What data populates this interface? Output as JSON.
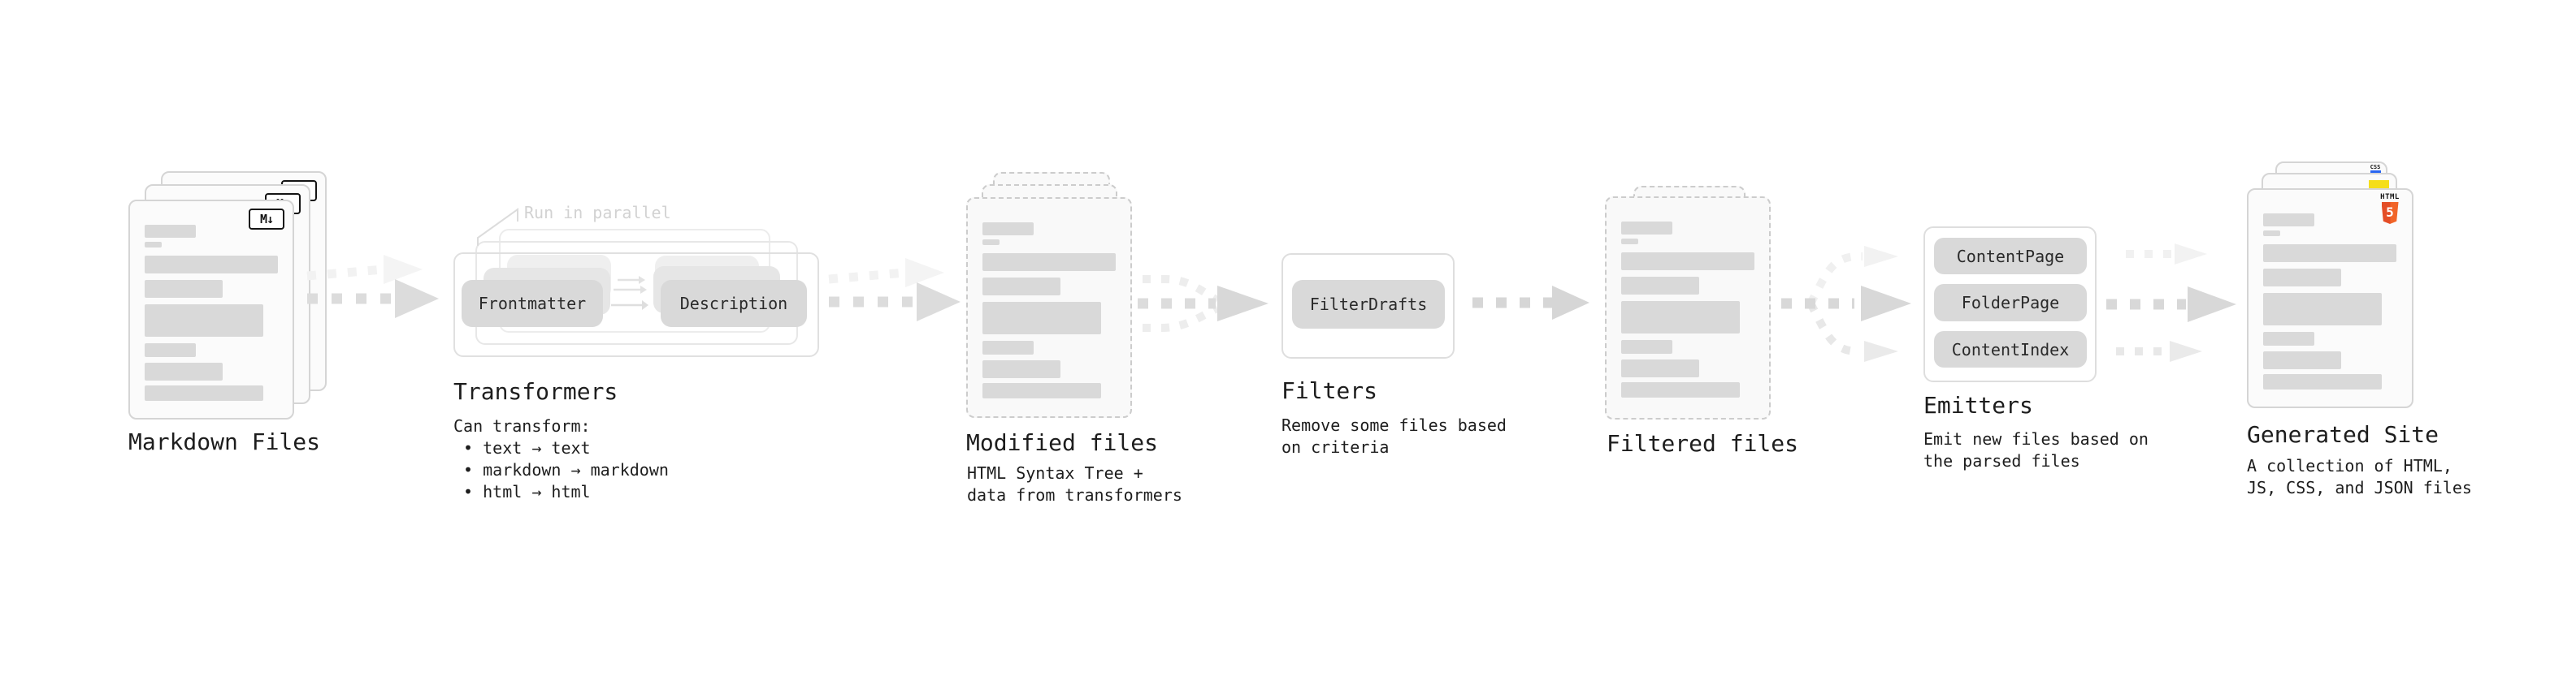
{
  "stages": {
    "markdown_files": {
      "label": "Markdown Files",
      "badge": "M↓"
    },
    "transformers": {
      "label": "Transformers",
      "note": "Run in parallel",
      "buttons": [
        "Frontmatter",
        "Description"
      ],
      "sub": "Can transform:\n • text → text\n • markdown → markdown\n • html → html"
    },
    "modified_files": {
      "label": "Modified files",
      "sub": "HTML Syntax Tree +\ndata from transformers"
    },
    "filters": {
      "label": "Filters",
      "buttons": [
        "FilterDrafts"
      ],
      "sub": "Remove some files based\non criteria"
    },
    "filtered_files": {
      "label": "Filtered files"
    },
    "emitters": {
      "label": "Emitters",
      "buttons": [
        "ContentPage",
        "FolderPage",
        "ContentIndex"
      ],
      "sub": "Emit new files based on\nthe parsed files"
    },
    "generated_site": {
      "label": "Generated Site",
      "sub": "A collection of HTML,\nJS, CSS, and JSON files",
      "badges": {
        "html_label": "HTML",
        "html_number": "5",
        "css_label": "CSS"
      }
    }
  },
  "colors": {
    "background": "#ffffff",
    "bar_gray": "#d9d9d9",
    "button_gray": "#d9d9d9",
    "card_border": "#d5d5d5",
    "dashed_border": "#cccccc",
    "arrow_gray": "#dcdcdc",
    "arrow_ghost": "#f2f2f2",
    "note_gray": "#d2d2d2",
    "md_badge_ink": "#141414",
    "html5_orange": "#e44d26",
    "js_yellow": "#f5de19",
    "css_blue": "#2965f1"
  },
  "file_card_bars": [
    {
      "w": 63,
      "h": 16,
      "gap": 0
    },
    {
      "w": 21,
      "h": 7,
      "gap": 5
    },
    {
      "w": 164,
      "h": 22,
      "gap": 10
    },
    {
      "w": 96,
      "h": 22,
      "gap": 8
    },
    {
      "w": 146,
      "h": 40,
      "gap": 8
    },
    {
      "w": 63,
      "h": 17,
      "gap": 8
    },
    {
      "w": 96,
      "h": 22,
      "gap": 7
    },
    {
      "w": 146,
      "h": 19,
      "gap": 6
    }
  ]
}
